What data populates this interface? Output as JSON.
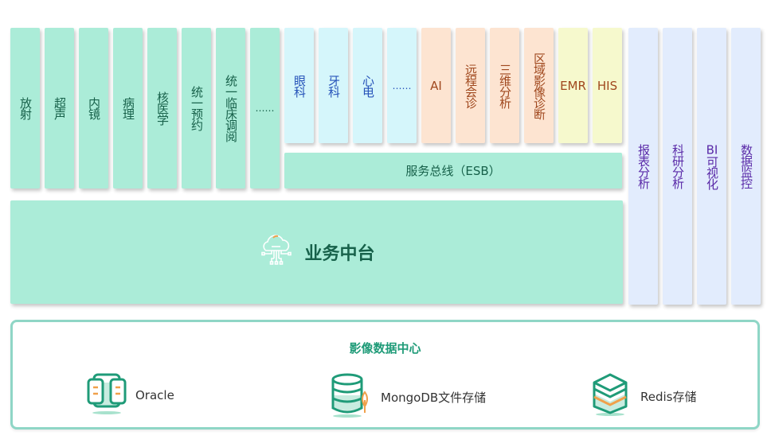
{
  "applications_left": [
    {
      "label": "放射"
    },
    {
      "label": "超声"
    },
    {
      "label": "内镜"
    },
    {
      "label": "病理"
    },
    {
      "label": "核医学"
    },
    {
      "label": "统一预约"
    },
    {
      "label": "统一临床调阅"
    },
    {
      "label": "……"
    }
  ],
  "applications_specialty": [
    {
      "label": "眼科"
    },
    {
      "label": "牙科"
    },
    {
      "label": "心电"
    },
    {
      "label": "……"
    }
  ],
  "applications_advanced": [
    {
      "label": "AI"
    },
    {
      "label": "远程会诊"
    },
    {
      "label": "三维分析"
    },
    {
      "label": "区域影像诊断"
    }
  ],
  "applications_systems": [
    {
      "label": "EMR"
    },
    {
      "label": "HIS"
    }
  ],
  "service_bus": {
    "label": "服务总线（ESB）"
  },
  "business_platform": {
    "label": "业务中台",
    "icon": "cloud-network-icon"
  },
  "analytics": [
    {
      "label": "报表分析"
    },
    {
      "label": "科研分析"
    },
    {
      "label": "BI可视化"
    },
    {
      "label": "数据监控"
    }
  ],
  "data_center": {
    "title": "影像数据中心",
    "stores": [
      {
        "label": "Oracle",
        "icon": "server-database-icon"
      },
      {
        "label": "MongoDB文件存储",
        "icon": "mongodb-database-icon"
      },
      {
        "label": "Redis存储",
        "icon": "redis-layers-icon"
      }
    ]
  },
  "colors": {
    "green": "#abecd8",
    "blue": "#d5f6fb",
    "peach": "#fde4d1",
    "yellow": "#f6f9cd",
    "lavender": "#e2ecfd",
    "teal_border": "#8fd6c6",
    "accent_orange": "#f0a04b"
  }
}
